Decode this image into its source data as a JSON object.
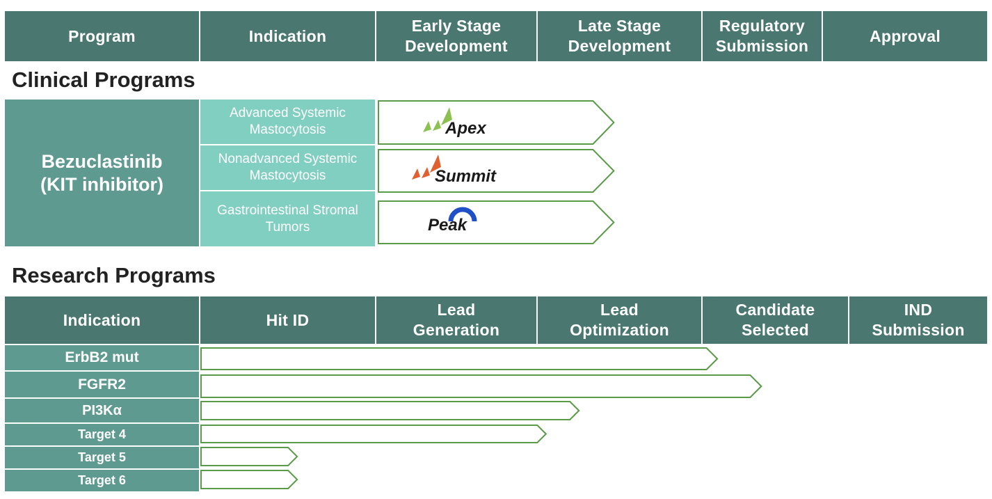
{
  "clinical_header": {
    "program": "Program",
    "indication": "Indication",
    "early": "Early Stage\nDevelopment",
    "late": "Late Stage\nDevelopment",
    "regulatory": "Regulatory\nSubmission",
    "approval": "Approval"
  },
  "clinical_title": "Clinical Programs",
  "clinical_program": "Bezuclastinib\n(KIT inhibitor)",
  "clinical_rows": [
    {
      "indication": "Advanced Systemic\nMastocytosis",
      "trial": "Apex",
      "progress": 0.2
    },
    {
      "indication": "Nonadvanced Systemic\nMastocytosis",
      "trial": "Summit",
      "progress": 0.2
    },
    {
      "indication": "Gastrointestinal Stromal\nTumors",
      "trial": "Peak",
      "progress": 0.2
    }
  ],
  "research_title": "Research Programs",
  "research_header": {
    "indication": "Indication",
    "hit": "Hit ID",
    "lead_gen": "Lead\nGeneration",
    "lead_opt": "Lead\nOptimization",
    "candidate": "Candidate\nSelected",
    "ind": "IND\nSubmission"
  },
  "research_rows": [
    {
      "name": "ErbB2 mut",
      "progress": 3.1
    },
    {
      "name": "FGFR2",
      "progress": 3.4
    },
    {
      "name": "PI3Kα",
      "progress": 2.25
    },
    {
      "name": "Target 4",
      "progress": 2.05
    },
    {
      "name": "Target 5",
      "progress": 0.55
    },
    {
      "name": "Target 6",
      "progress": 0.55
    }
  ],
  "colors": {
    "header": "#4a7870",
    "program": "#5f9a90",
    "indication": "#80cfc1",
    "arrow_stroke": "#5a9a48",
    "apex_green": "#8cc152",
    "summit_orange": "#e06030",
    "peak_blue": "#2050c8"
  }
}
